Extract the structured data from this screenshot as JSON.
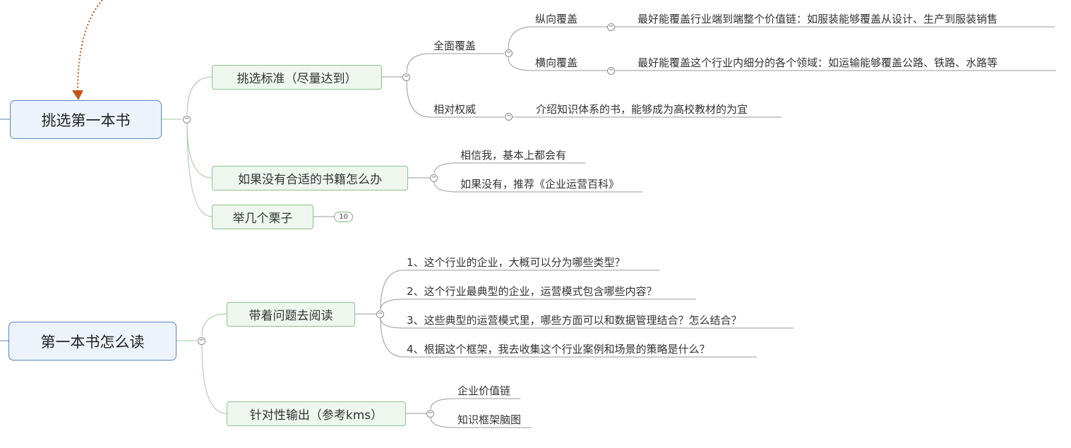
{
  "colors": {
    "main_border": "#5b86b5",
    "main_fill": "#edf3fa",
    "sub_border": "#8ec08e",
    "sub_fill": "#eef6ee",
    "line": "#999999",
    "arrow": "#c0561b"
  },
  "topic1": {
    "title": "挑选第一本书",
    "criteria": {
      "label": "挑选标准（尽量达到）",
      "full_coverage": {
        "label": "全面覆盖",
        "vertical": {
          "label": "纵向覆盖",
          "note": "最好能覆盖行业端到端整个价值链：如服装能够覆盖从设计、生产到服装销售"
        },
        "horizontal": {
          "label": "横向覆盖",
          "note": "最好能覆盖这个行业内细分的各个领域：如运输能够覆盖公路、铁路、水路等"
        }
      },
      "authority": {
        "label": "相对权威",
        "note": "介绍知识体系的书，能够成为高校教材的为宜"
      }
    },
    "no_book": {
      "label": "如果没有合适的书籍怎么办",
      "items": [
        "相信我，基本上都会有",
        "如果没有，推荐《企业运营百科》"
      ]
    },
    "examples": {
      "label": "举几个栗子",
      "count": "10"
    }
  },
  "topic2": {
    "title": "第一本书怎么读",
    "questions": {
      "label": "带着问题去阅读",
      "items": [
        "1、这个行业的企业，大概可以分为哪些类型？",
        "2、这个行业最典型的企业，运营模式包含哪些内容？",
        "3、这些典型的运营模式里，哪些方面可以和数据管理结合？怎么结合？",
        "4、根据这个框架，我去收集这个行业案例和场景的策略是什么？"
      ]
    },
    "output": {
      "label": "针对性输出（参考kms）",
      "items": [
        "企业价值链",
        "知识框架脑图"
      ]
    }
  },
  "icons": {
    "collapse": "−"
  }
}
